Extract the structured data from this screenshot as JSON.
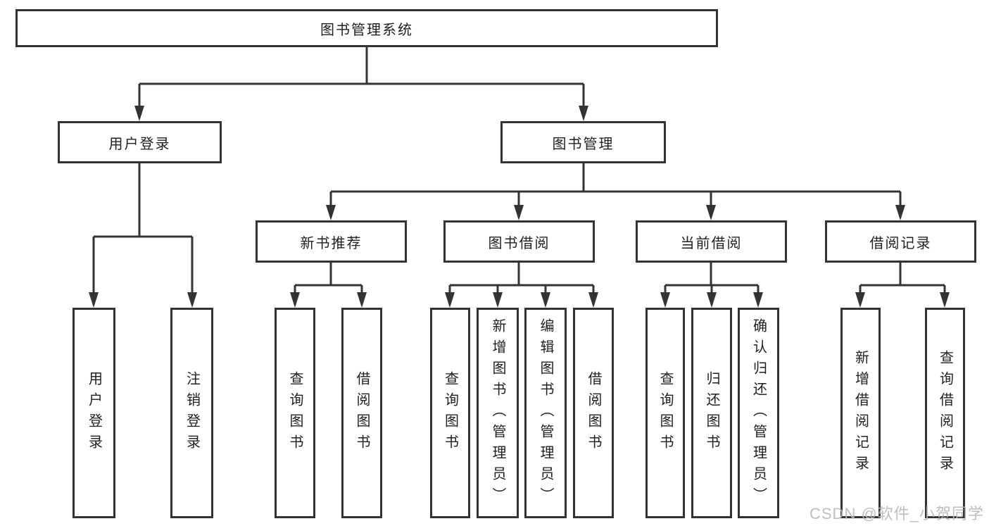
{
  "diagram": {
    "root": {
      "label": "图书管理系统"
    },
    "branches": [
      {
        "label": "用户登录",
        "children": [
          {
            "label": "用户登录"
          },
          {
            "label": "注销登录"
          }
        ]
      },
      {
        "label": "图书管理",
        "children": [
          {
            "label": "新书推荐",
            "children": [
              {
                "label": "查询图书"
              },
              {
                "label": "借阅图书"
              }
            ]
          },
          {
            "label": "图书借阅",
            "children": [
              {
                "label": "查询图书"
              },
              {
                "label": "新增图书（管理员）"
              },
              {
                "label": "编辑图书（管理员）"
              },
              {
                "label": "借阅图书"
              }
            ]
          },
          {
            "label": "当前借阅",
            "children": [
              {
                "label": "查询图书"
              },
              {
                "label": "归还图书"
              },
              {
                "label": "确认归还（管理员）"
              }
            ]
          },
          {
            "label": "借阅记录",
            "children": [
              {
                "label": "新增借阅记录"
              },
              {
                "label": "查询借阅记录"
              }
            ]
          }
        ]
      }
    ]
  },
  "watermark": {
    "text": "CSDN @软件_小贺同学"
  },
  "colors": {
    "line": "#333333",
    "text": "#1f1f1f",
    "box_background": "#ffffff",
    "page_background": "#ffffff",
    "watermark": "#b8b8b8"
  }
}
